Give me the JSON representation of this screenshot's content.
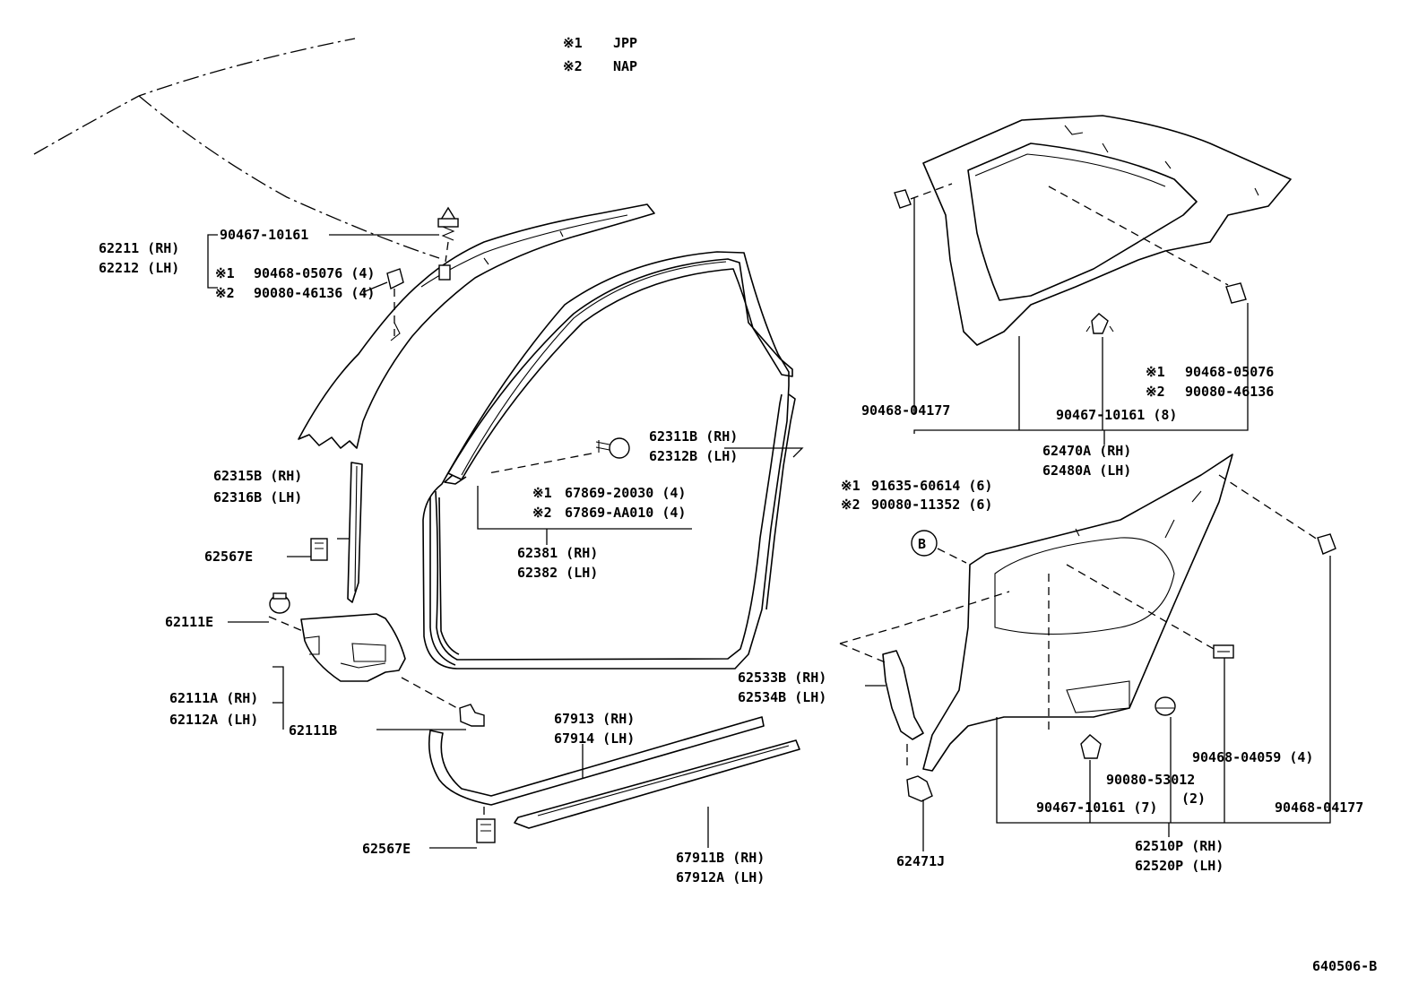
{
  "legend": [
    {
      "mark": "※1",
      "text": "JPP"
    },
    {
      "mark": "※2",
      "text": "NAP"
    }
  ],
  "diagram_code": "640506-B",
  "callout_letter": "B",
  "labels": {
    "p62211": "62211 (RH)",
    "p62212": "62212 (LH)",
    "p90467_10161_a": "90467-10161",
    "m1_a": "※1",
    "p90468_05076_4": "90468-05076 (4)",
    "m2_a": "※2",
    "p90080_46136_4": "90080-46136 (4)",
    "p62315B": "62315B (RH)",
    "p62316B": "62316B (LH)",
    "p62567E_a": "62567E",
    "p62111E": "62111E",
    "p62111A": "62111A (RH)",
    "p62112A": "62112A (LH)",
    "p62111B": "62111B",
    "p62311B": "62311B (RH)",
    "p62312B": "62312B (LH)",
    "m1_b": "※1",
    "p67869_20030": "67869-20030 (4)",
    "m2_b": "※2",
    "p67869_AA010": "67869-AA010 (4)",
    "p62381": "62381 (RH)",
    "p62382": "62382 (LH)",
    "p67913": "67913 (RH)",
    "p67914": "67914 (LH)",
    "p62567E_b": "62567E",
    "p67911B": "67911B (RH)",
    "p67912A": "67912A (LH)",
    "p90468_04177_a": "90468-04177",
    "p90467_10161_8": "90467-10161 (8)",
    "m1_c": "※1",
    "p90468_05076": "90468-05076",
    "m2_c": "※2",
    "p90080_46136": "90080-46136",
    "p62470A": "62470A (RH)",
    "p62480A": "62480A (LH)",
    "m1_d": "※1",
    "p91635_60614": "91635-60614 (6)",
    "m2_d": "※2",
    "p90080_11352": "90080-11352 (6)",
    "p62533B": "62533B (RH)",
    "p62534B": "62534B (LH)",
    "p62471J": "62471J",
    "p90467_10161_7": "90467-10161 (7)",
    "p90080_53012": "90080-53012",
    "qty_2": "(2)",
    "p90468_04059_4": "90468-04059 (4)",
    "p90468_04177_b": "90468-04177",
    "p62510P": "62510P (RH)",
    "p62520P": "62520P (LH)"
  }
}
